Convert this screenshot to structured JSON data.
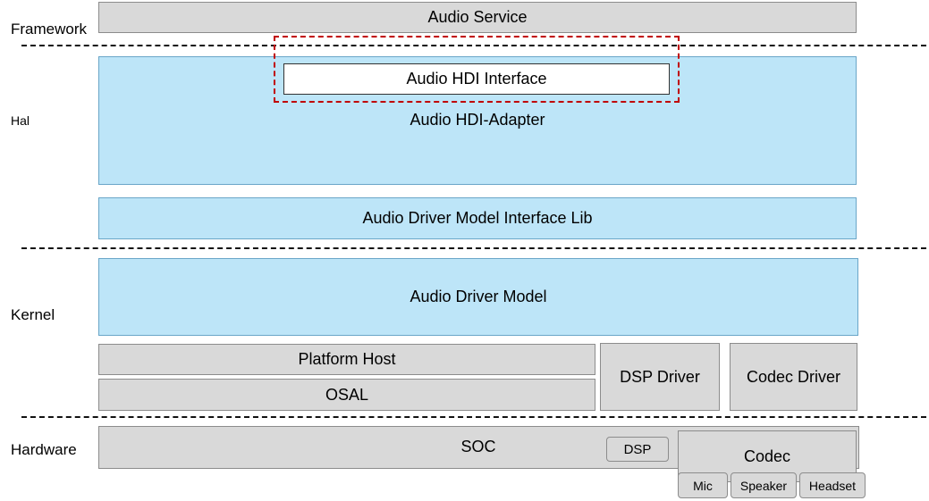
{
  "layers": {
    "framework": "Framework",
    "hal": "Hal",
    "kernel": "Kernel",
    "hardware": "Hardware"
  },
  "framework": {
    "audio_service": "Audio Service"
  },
  "hal": {
    "hdi_interface": "Audio HDI Interface",
    "hdi_adapter": "Audio HDI-Adapter",
    "driver_model_interface_lib": "Audio Driver Model Interface Lib"
  },
  "kernel": {
    "driver_model": "Audio Driver Model",
    "platform_host": "Platform Host",
    "osal": "OSAL",
    "dsp_driver": "DSP Driver",
    "codec_driver": "Codec Driver"
  },
  "hardware": {
    "soc": "SOC",
    "dsp": "DSP",
    "codec": "Codec",
    "mic": "Mic",
    "speaker": "Speaker",
    "headset": "Headset"
  },
  "colors": {
    "gray_fill": "#d9d9d9",
    "blue_fill": "#bde5f8",
    "highlight_border": "#c00000"
  }
}
